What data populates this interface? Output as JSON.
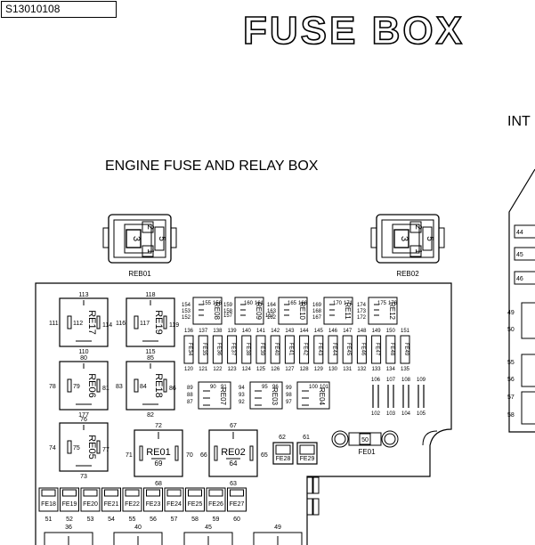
{
  "doc_code": "S13010108",
  "title": "FUSE BOX",
  "engine_title": "ENGINE FUSE AND RELAY BOX",
  "interior_label": "INT",
  "connectors": [
    {
      "label": "REB01",
      "pins": [
        "2",
        "3",
        "5",
        "1"
      ]
    },
    {
      "label": "REB02",
      "pins": [
        "2",
        "3",
        "5",
        "1"
      ]
    }
  ],
  "big_relays": [
    {
      "name": "RE17",
      "top": "113",
      "left": "111",
      "left2": "112",
      "right": "114",
      "bottom": "110"
    },
    {
      "name": "RE19",
      "top": "118",
      "left": "116",
      "left2": "117",
      "right": "119",
      "bottom": "115"
    },
    {
      "name": "RE06",
      "top": "80",
      "left": "78",
      "left2": "79",
      "right": "81",
      "bottom": "177"
    },
    {
      "name": "RE18",
      "top": "85",
      "left": "83",
      "left2": "84",
      "right": "86",
      "bottom": "82"
    },
    {
      "name": "RE05",
      "top": "76",
      "left": "74",
      "left2": "75",
      "right": "77",
      "bottom": "73"
    }
  ],
  "mid_relays": [
    {
      "name": "RE01",
      "top": "72",
      "left": "71",
      "right": "70",
      "inner": "69",
      "bottom": "68"
    },
    {
      "name": "RE02",
      "top": "67",
      "left": "66",
      "right": "65",
      "inner": "64",
      "bottom": "63"
    }
  ],
  "top_relays": [
    {
      "name": "RE08",
      "l": [
        "154",
        "153",
        "152"
      ],
      "t": [
        "155",
        "156"
      ],
      "r": [
        "157"
      ]
    },
    {
      "name": "RE09",
      "l": [
        "159",
        "158"
      ],
      "t": [
        "160",
        "161"
      ],
      "r": [
        "157"
      ]
    },
    {
      "name": "RE10",
      "l": [
        "164",
        "163",
        "162"
      ],
      "t": [
        "165",
        "166"
      ],
      "r": []
    },
    {
      "name": "RE11",
      "l": [
        "169",
        "168",
        "167"
      ],
      "t": [
        "170",
        "171"
      ],
      "r": []
    },
    {
      "name": "RE12",
      "l": [
        "174",
        "173",
        "172"
      ],
      "t": [
        "175",
        "176"
      ],
      "r": []
    }
  ],
  "small_relays": [
    {
      "name": "RE07",
      "l": [
        "89",
        "88",
        "87"
      ],
      "t": [
        "90",
        "91"
      ]
    },
    {
      "name": "RE03",
      "l": [
        "94",
        "93",
        "92"
      ],
      "t": [
        "95",
        "96"
      ]
    },
    {
      "name": "RE04",
      "l": [
        "99",
        "98",
        "97"
      ],
      "t": [
        "100",
        "101"
      ]
    }
  ],
  "mini_fuses": [
    {
      "name": "FE34",
      "top": "136",
      "bottom": "120"
    },
    {
      "name": "FE35",
      "top": "137",
      "bottom": "121"
    },
    {
      "name": "FE36",
      "top": "138",
      "bottom": "122"
    },
    {
      "name": "FE37",
      "top": "139",
      "bottom": "123"
    },
    {
      "name": "FE38",
      "top": "140",
      "bottom": "124"
    },
    {
      "name": "FE39",
      "top": "141",
      "bottom": "125"
    },
    {
      "name": "FE40",
      "top": "142",
      "bottom": "126"
    },
    {
      "name": "FE41",
      "top": "143",
      "bottom": "127"
    },
    {
      "name": "FE42",
      "top": "144",
      "bottom": "128"
    },
    {
      "name": "FE43",
      "top": "145",
      "bottom": "129"
    },
    {
      "name": "FE44",
      "top": "146",
      "bottom": "130"
    },
    {
      "name": "FE45",
      "top": "147",
      "bottom": "131"
    },
    {
      "name": "FE46",
      "top": "148",
      "bottom": "132"
    },
    {
      "name": "FE47",
      "top": "149",
      "bottom": "133"
    },
    {
      "name": "FE48",
      "top": "150",
      "bottom": "134"
    },
    {
      "name": "FE49",
      "top": "151",
      "bottom": "135"
    }
  ],
  "slot_pairs": [
    {
      "top": "106",
      "bottom": "102"
    },
    {
      "top": "107",
      "bottom": "103"
    },
    {
      "top": "108",
      "bottom": "104"
    },
    {
      "top": "109",
      "bottom": "105"
    }
  ],
  "maxi_fuses": [
    "FE28",
    "FE29"
  ],
  "maxi_pins": [
    "62",
    "61"
  ],
  "main_fuse": {
    "name": "FE01",
    "value": "50"
  },
  "bottom_fuses": [
    {
      "name": "FE18",
      "pin": "51"
    },
    {
      "name": "FE19",
      "pin": "52"
    },
    {
      "name": "FE20",
      "pin": "53"
    },
    {
      "name": "FE21",
      "pin": "54"
    },
    {
      "name": "FE22",
      "pin": "55"
    },
    {
      "name": "FE23",
      "pin": "56"
    },
    {
      "name": "FE24",
      "pin": "57"
    },
    {
      "name": "FE25",
      "pin": "58"
    },
    {
      "name": "FE26",
      "pin": "59"
    },
    {
      "name": "FE27",
      "pin": "60"
    }
  ],
  "bottom_relay_tops": [
    "36",
    "40",
    "45",
    "49"
  ],
  "interior_pins": [
    "44",
    "45",
    "46",
    "49",
    "50",
    "55",
    "56",
    "57",
    "58"
  ]
}
